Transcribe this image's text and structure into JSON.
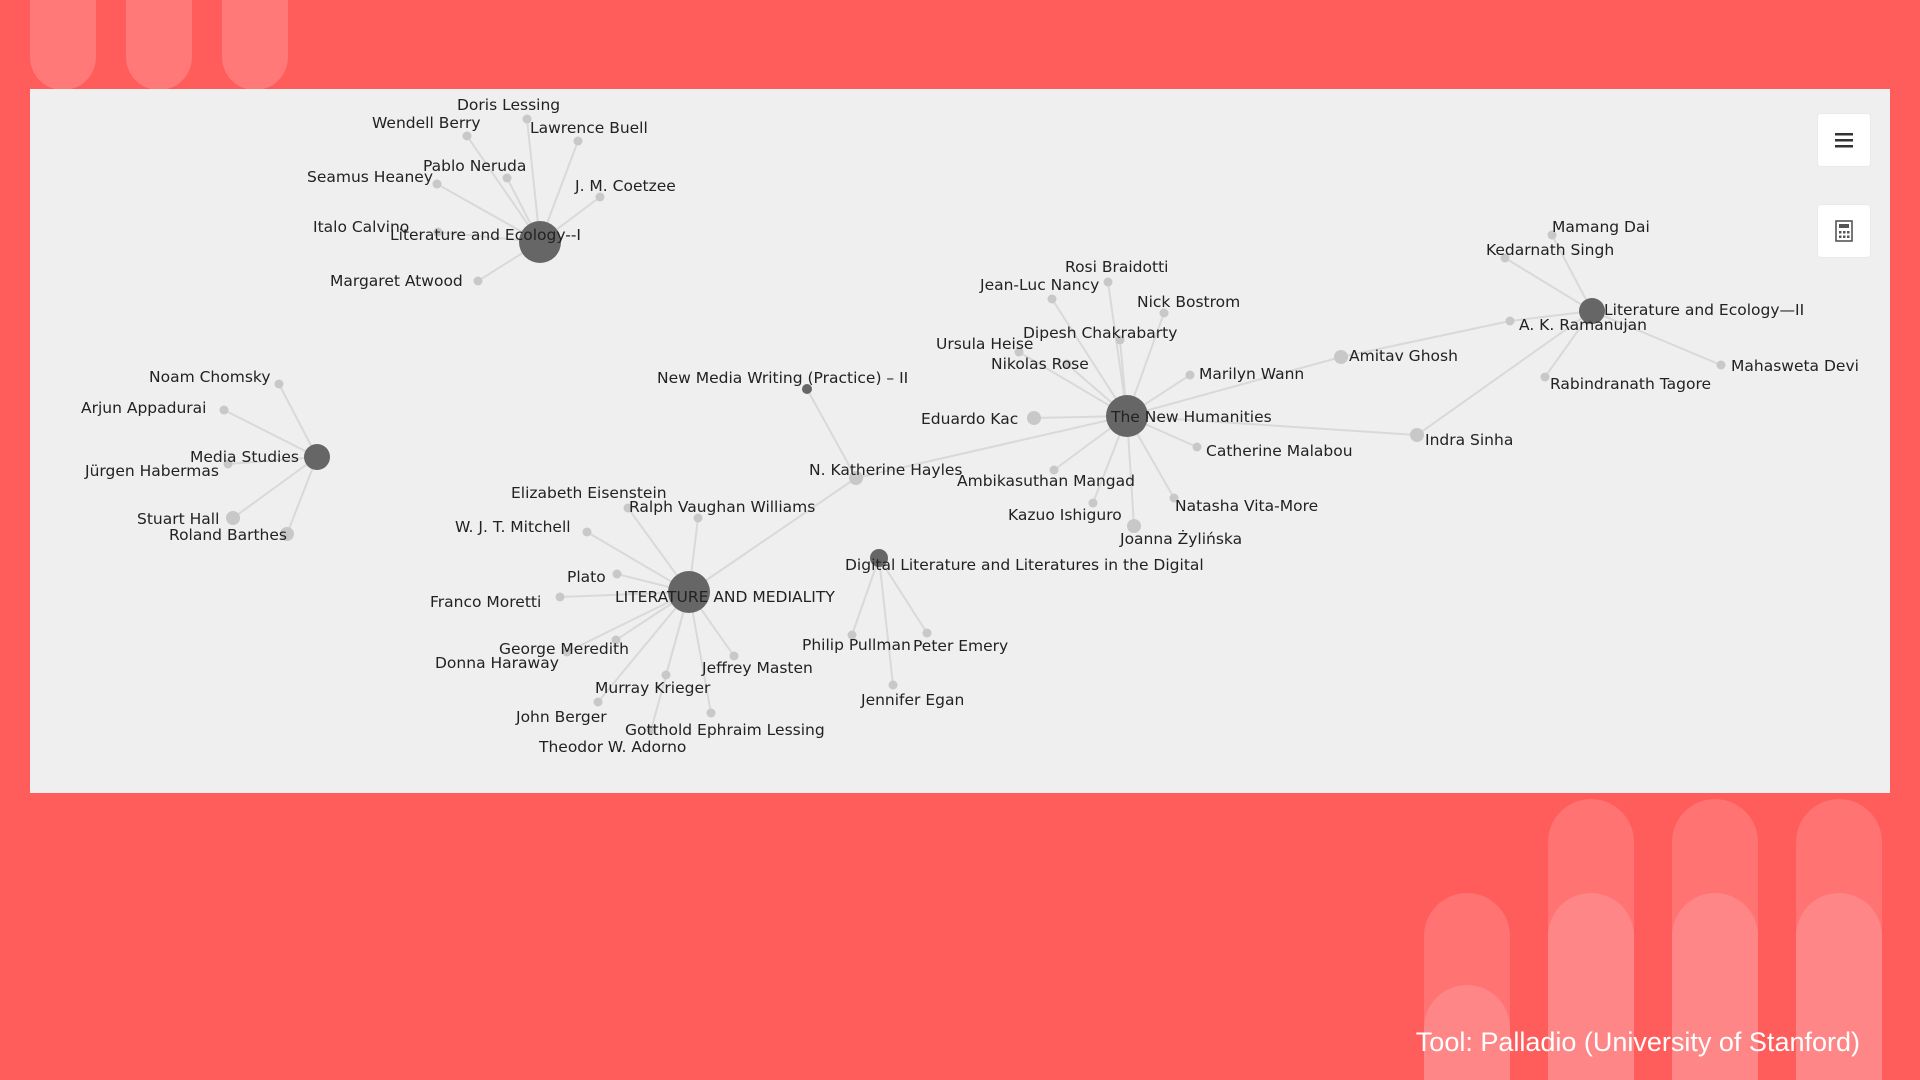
{
  "credit": "Tool: Palladio (University of Stanford)",
  "colors": {
    "background": "#ff5c5c",
    "panel": "#efefef",
    "edge": "#d9d9d9",
    "hub": "#666666",
    "leaf": "#c8c8c8"
  },
  "toolbar": {
    "menu_icon": "hamburger-menu-icon",
    "calc_icon": "calculator-icon"
  },
  "graph": {
    "nodes": [
      {
        "id": "le1",
        "label": "Literature and Ecology--I",
        "kind": "hub",
        "size": "large"
      },
      {
        "id": "lessing",
        "label": "Doris Lessing",
        "kind": "leaf"
      },
      {
        "id": "berry",
        "label": "Wendell Berry",
        "kind": "leaf"
      },
      {
        "id": "buell",
        "label": "Lawrence Buell",
        "kind": "leaf"
      },
      {
        "id": "neruda",
        "label": "Pablo Neruda",
        "kind": "leaf"
      },
      {
        "id": "heaney",
        "label": "Seamus Heaney",
        "kind": "leaf"
      },
      {
        "id": "coetzee",
        "label": "J. M. Coetzee",
        "kind": "leaf"
      },
      {
        "id": "calvino",
        "label": "Italo Calvino",
        "kind": "leaf"
      },
      {
        "id": "atwood",
        "label": "Margaret Atwood",
        "kind": "leaf"
      },
      {
        "id": "media",
        "label": "Media Studies",
        "kind": "hub",
        "size": "medium"
      },
      {
        "id": "chomsky",
        "label": "Noam Chomsky",
        "kind": "leaf"
      },
      {
        "id": "appadurai",
        "label": "Arjun Appadurai",
        "kind": "leaf"
      },
      {
        "id": "habermas",
        "label": "Jürgen Habermas",
        "kind": "leaf"
      },
      {
        "id": "hall",
        "label": "Stuart Hall",
        "kind": "leaf",
        "size": "medium"
      },
      {
        "id": "barthes",
        "label": "Roland Barthes",
        "kind": "leaf",
        "size": "medium"
      },
      {
        "id": "lam",
        "label": "LITERATURE AND MEDIALITY",
        "kind": "hub",
        "size": "large"
      },
      {
        "id": "eisenstein",
        "label": "Elizabeth Eisenstein",
        "kind": "leaf"
      },
      {
        "id": "rvw",
        "label": "Ralph Vaughan Williams",
        "kind": "leaf"
      },
      {
        "id": "mitchell",
        "label": "W. J. T. Mitchell",
        "kind": "leaf"
      },
      {
        "id": "plato",
        "label": "Plato",
        "kind": "leaf"
      },
      {
        "id": "moretti",
        "label": "Franco Moretti",
        "kind": "leaf"
      },
      {
        "id": "meredith",
        "label": "George Meredith",
        "kind": "leaf"
      },
      {
        "id": "haraway",
        "label": "Donna Haraway",
        "kind": "leaf"
      },
      {
        "id": "masten",
        "label": "Jeffrey Masten",
        "kind": "leaf"
      },
      {
        "id": "krieger",
        "label": "Murray Krieger",
        "kind": "leaf"
      },
      {
        "id": "berger",
        "label": "John Berger",
        "kind": "leaf"
      },
      {
        "id": "glessing",
        "label": "Gotthold Ephraim Lessing",
        "kind": "leaf"
      },
      {
        "id": "adorno",
        "label": "Theodor W. Adorno",
        "kind": "leaf"
      },
      {
        "id": "nmw",
        "label": "New Media Writing (Practice) – II",
        "kind": "hub",
        "size": "small"
      },
      {
        "id": "hayles",
        "label": "N. Katherine Hayles",
        "kind": "leaf",
        "size": "medium"
      },
      {
        "id": "dll",
        "label": "Digital Literature and Literatures in the Digital",
        "kind": "hub",
        "size": "small2"
      },
      {
        "id": "pullman",
        "label": "Philip Pullman",
        "kind": "leaf"
      },
      {
        "id": "emery",
        "label": "Peter Emery",
        "kind": "leaf"
      },
      {
        "id": "egan",
        "label": "Jennifer Egan",
        "kind": "leaf"
      },
      {
        "id": "tnh",
        "label": "The New Humanities",
        "kind": "hub",
        "size": "large"
      },
      {
        "id": "braidotti",
        "label": "Rosi Braidotti",
        "kind": "leaf"
      },
      {
        "id": "nancy",
        "label": "Jean-Luc Nancy",
        "kind": "leaf"
      },
      {
        "id": "bostrom",
        "label": "Nick Bostrom",
        "kind": "leaf"
      },
      {
        "id": "chakrabarty",
        "label": "Dipesh Chakrabarty",
        "kind": "leaf"
      },
      {
        "id": "heise",
        "label": "Ursula Heise",
        "kind": "leaf"
      },
      {
        "id": "rose",
        "label": "Nikolas Rose",
        "kind": "leaf"
      },
      {
        "id": "wann",
        "label": "Marilyn Wann",
        "kind": "leaf"
      },
      {
        "id": "kac",
        "label": "Eduardo Kac",
        "kind": "leaf",
        "size": "medium"
      },
      {
        "id": "malabou",
        "label": "Catherine Malabou",
        "kind": "leaf"
      },
      {
        "id": "mangad",
        "label": "Ambikasuthan Mangad",
        "kind": "leaf"
      },
      {
        "id": "ishiguro",
        "label": "Kazuo Ishiguro",
        "kind": "leaf"
      },
      {
        "id": "vitamore",
        "label": "Natasha Vita-More",
        "kind": "leaf"
      },
      {
        "id": "zylinska",
        "label": "Joanna Żylińska",
        "kind": "leaf",
        "size": "medium"
      },
      {
        "id": "ghosh",
        "label": "Amitav Ghosh",
        "kind": "leaf",
        "size": "medium"
      },
      {
        "id": "sinha",
        "label": "Indra Sinha",
        "kind": "leaf",
        "size": "medium"
      },
      {
        "id": "le2",
        "label": "Literature and Ecology—II",
        "kind": "hub",
        "size": "medium"
      },
      {
        "id": "dai",
        "label": "Mamang Dai",
        "kind": "leaf"
      },
      {
        "id": "singh",
        "label": "Kedarnath Singh",
        "kind": "leaf"
      },
      {
        "id": "ramanujan",
        "label": "A. K. Ramanujan",
        "kind": "leaf"
      },
      {
        "id": "devi",
        "label": "Mahasweta Devi",
        "kind": "leaf"
      },
      {
        "id": "tagore",
        "label": "Rabindranath Tagore",
        "kind": "leaf"
      }
    ],
    "edges": [
      [
        "le1",
        "lessing"
      ],
      [
        "le1",
        "berry"
      ],
      [
        "le1",
        "buell"
      ],
      [
        "le1",
        "neruda"
      ],
      [
        "le1",
        "heaney"
      ],
      [
        "le1",
        "coetzee"
      ],
      [
        "le1",
        "calvino"
      ],
      [
        "le1",
        "atwood"
      ],
      [
        "media",
        "chomsky"
      ],
      [
        "media",
        "appadurai"
      ],
      [
        "media",
        "habermas"
      ],
      [
        "media",
        "hall"
      ],
      [
        "media",
        "barthes"
      ],
      [
        "lam",
        "eisenstein"
      ],
      [
        "lam",
        "rvw"
      ],
      [
        "lam",
        "mitchell"
      ],
      [
        "lam",
        "plato"
      ],
      [
        "lam",
        "moretti"
      ],
      [
        "lam",
        "meredith"
      ],
      [
        "lam",
        "haraway"
      ],
      [
        "lam",
        "masten"
      ],
      [
        "lam",
        "krieger"
      ],
      [
        "lam",
        "berger"
      ],
      [
        "lam",
        "glessing"
      ],
      [
        "lam",
        "adorno"
      ],
      [
        "lam",
        "hayles"
      ],
      [
        "nmw",
        "hayles"
      ],
      [
        "hayles",
        "tnh"
      ],
      [
        "dll",
        "pullman"
      ],
      [
        "dll",
        "emery"
      ],
      [
        "dll",
        "egan"
      ],
      [
        "tnh",
        "braidotti"
      ],
      [
        "tnh",
        "nancy"
      ],
      [
        "tnh",
        "bostrom"
      ],
      [
        "tnh",
        "chakrabarty"
      ],
      [
        "tnh",
        "heise"
      ],
      [
        "tnh",
        "rose"
      ],
      [
        "tnh",
        "wann"
      ],
      [
        "tnh",
        "kac"
      ],
      [
        "tnh",
        "malabou"
      ],
      [
        "tnh",
        "mangad"
      ],
      [
        "tnh",
        "ishiguro"
      ],
      [
        "tnh",
        "vitamore"
      ],
      [
        "tnh",
        "zylinska"
      ],
      [
        "tnh",
        "ghosh"
      ],
      [
        "tnh",
        "sinha"
      ],
      [
        "le2",
        "dai"
      ],
      [
        "le2",
        "singh"
      ],
      [
        "le2",
        "ramanujan"
      ],
      [
        "le2",
        "devi"
      ],
      [
        "le2",
        "tagore"
      ],
      [
        "le2",
        "sinha"
      ],
      [
        "ramanujan",
        "ghosh"
      ]
    ]
  }
}
